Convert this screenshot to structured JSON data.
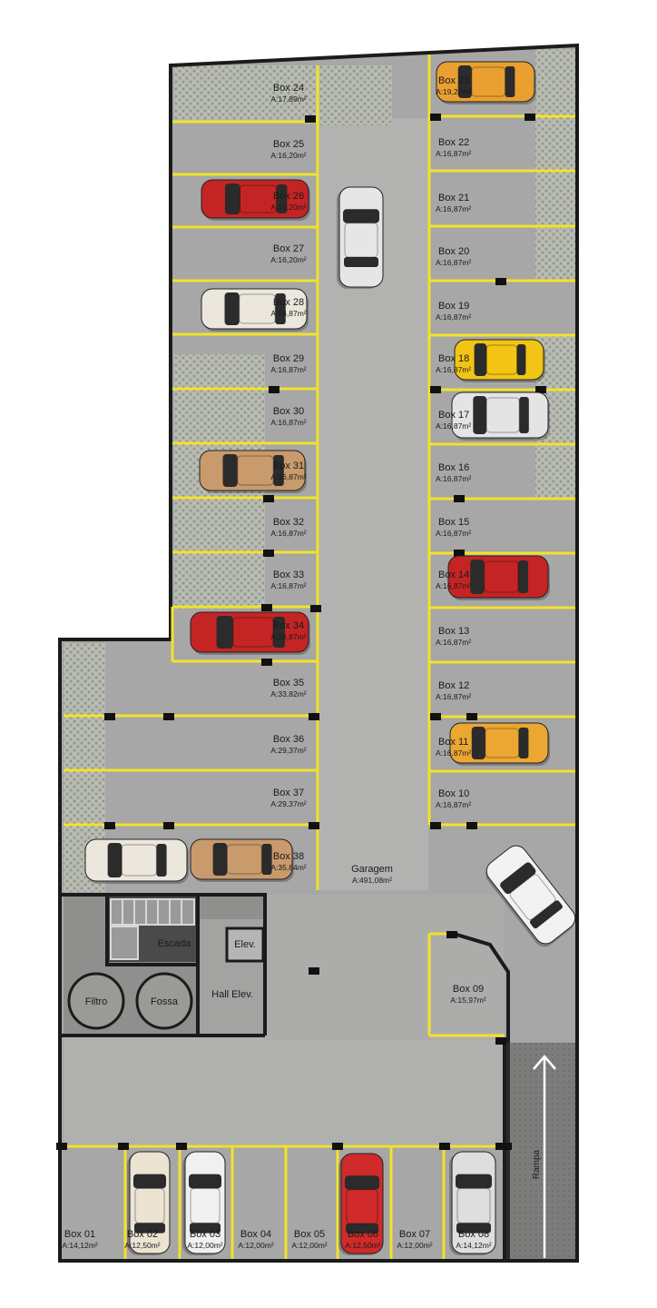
{
  "colors": {
    "floor": "#a6a7a6",
    "floor_light": "#b9bab8",
    "grass": "#b4b8ae",
    "wall": "#1b1b1b",
    "stripe": "#f2e22a",
    "ramp": "#7c7d7b"
  },
  "boxes": [
    {
      "id": "box-01",
      "name": "Box 01",
      "area": "A:14,12m²"
    },
    {
      "id": "box-02",
      "name": "Box 02",
      "area": "A:12,50m²"
    },
    {
      "id": "box-03",
      "name": "Box 03",
      "area": "A:12,00m²"
    },
    {
      "id": "box-04",
      "name": "Box 04",
      "area": "A:12,00m²"
    },
    {
      "id": "box-05",
      "name": "Box 05",
      "area": "A:12,00m²"
    },
    {
      "id": "box-06",
      "name": "Box 06",
      "area": "A:12,50m²"
    },
    {
      "id": "box-07",
      "name": "Box 07",
      "area": "A:12,00m²"
    },
    {
      "id": "box-08",
      "name": "Box 08",
      "area": "A:14,12m²"
    },
    {
      "id": "box-09",
      "name": "Box 09",
      "area": "A:15,97m²"
    },
    {
      "id": "box-10",
      "name": "Box 10",
      "area": "A:16,87m²"
    },
    {
      "id": "box-11",
      "name": "Box 11",
      "area": "A:16,87m²"
    },
    {
      "id": "box-12",
      "name": "Box 12",
      "area": "A:16,87m²"
    },
    {
      "id": "box-13",
      "name": "Box 13",
      "area": "A:16,87m²"
    },
    {
      "id": "box-14",
      "name": "Box 14",
      "area": "A:16,87m²"
    },
    {
      "id": "box-15",
      "name": "Box 15",
      "area": "A:16,87m²"
    },
    {
      "id": "box-16",
      "name": "Box 16",
      "area": "A:16,87m²"
    },
    {
      "id": "box-17",
      "name": "Box 17",
      "area": "A:16,87m²"
    },
    {
      "id": "box-18",
      "name": "Box 18",
      "area": "A:16,87m²"
    },
    {
      "id": "box-19",
      "name": "Box 19",
      "area": "A:16,87m²"
    },
    {
      "id": "box-20",
      "name": "Box 20",
      "area": "A:16,87m²"
    },
    {
      "id": "box-21",
      "name": "Box 21",
      "area": "A:16,87m²"
    },
    {
      "id": "box-22",
      "name": "Box 22",
      "area": "A:16,87m²"
    },
    {
      "id": "box-23",
      "name": "Box 23",
      "area": "A:19,27m²"
    },
    {
      "id": "box-24",
      "name": "Box 24",
      "area": "A:17,89m²"
    },
    {
      "id": "box-25",
      "name": "Box 25",
      "area": "A:16,20m²"
    },
    {
      "id": "box-26",
      "name": "Box 26",
      "area": "A:16,20m²"
    },
    {
      "id": "box-27",
      "name": "Box 27",
      "area": "A:16,20m²"
    },
    {
      "id": "box-28",
      "name": "Box 28",
      "area": "A:16,87m²"
    },
    {
      "id": "box-29",
      "name": "Box 29",
      "area": "A:16,87m²"
    },
    {
      "id": "box-30",
      "name": "Box 30",
      "area": "A:16,87m²"
    },
    {
      "id": "box-31",
      "name": "Box 31",
      "area": "A:16,87m²"
    },
    {
      "id": "box-32",
      "name": "Box 32",
      "area": "A:16,87m²"
    },
    {
      "id": "box-33",
      "name": "Box 33",
      "area": "A:16,87m²"
    },
    {
      "id": "box-34",
      "name": "Box 34",
      "area": "A:16,87m²"
    },
    {
      "id": "box-35",
      "name": "Box 35",
      "area": "A:33,82m²"
    },
    {
      "id": "box-36",
      "name": "Box 36",
      "area": "A:29,37m²"
    },
    {
      "id": "box-37",
      "name": "Box 37",
      "area": "A:29,37m²"
    },
    {
      "id": "box-38",
      "name": "Box 38",
      "area": "A:35,84m²"
    }
  ],
  "garagem": {
    "name": "Garagem",
    "area": "A:491,08m²"
  },
  "rooms": {
    "escada": "Escada",
    "elev": "Elev.",
    "hall": "Hall Elev.",
    "filtro": "Filtro",
    "fossa": "Fossa"
  },
  "ramp": {
    "label": "Rampa"
  },
  "cars": [
    {
      "box": "box-23",
      "color": "#e9a031"
    },
    {
      "box": "box-26",
      "color": "#c42424"
    },
    {
      "box": "box-28",
      "color": "#ece7dc"
    },
    {
      "box": "box-18",
      "color": "#f2c515"
    },
    {
      "box": "box-17",
      "color": "#e4e4e4"
    },
    {
      "box": "box-31",
      "color": "#c99a6b"
    },
    {
      "box": "box-14",
      "color": "#c42424"
    },
    {
      "box": "box-34",
      "color": "#c42424"
    },
    {
      "box": "box-11",
      "color": "#eca733"
    },
    {
      "box": "box-38",
      "color": "#c99a6b"
    },
    {
      "box": "box-38-second",
      "color": "#ece7dc"
    },
    {
      "box": "box-02",
      "color": "#ece3d3"
    },
    {
      "box": "box-03",
      "color": "#f0f0f0"
    },
    {
      "box": "box-06",
      "color": "#d12a2a"
    },
    {
      "box": "box-08",
      "color": "#dedede"
    },
    {
      "box": "aisle-top",
      "color": "#e6e6e6"
    },
    {
      "box": "aisle-ramp",
      "color": "#f2f2f2"
    }
  ]
}
